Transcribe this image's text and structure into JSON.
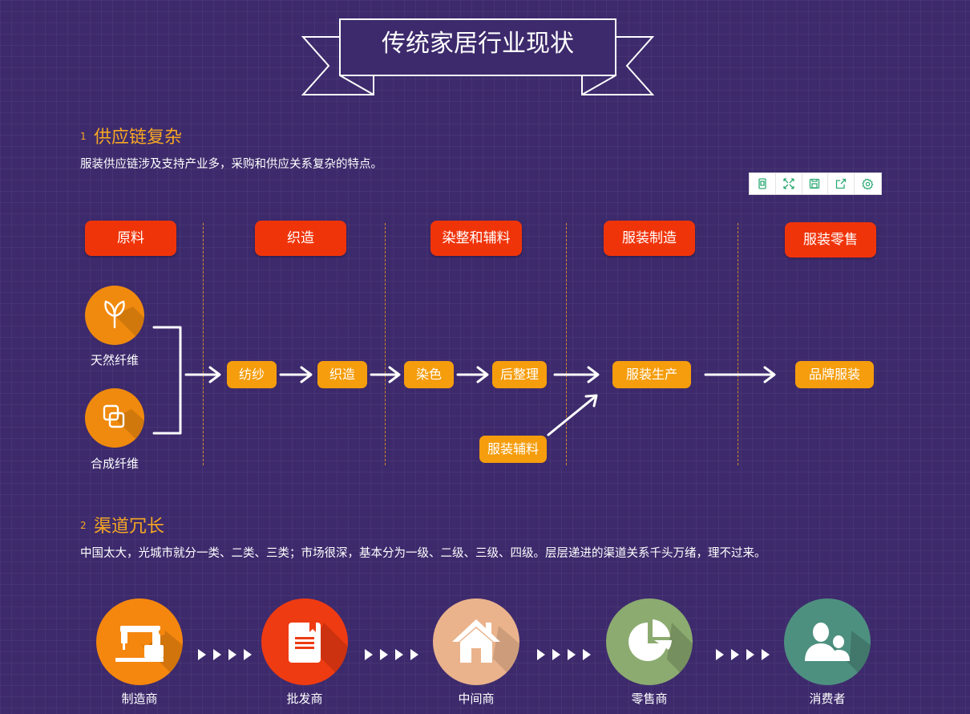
{
  "banner": {
    "title": "传统家居行业现状"
  },
  "section1": {
    "number": "1",
    "title": "供应链复杂",
    "description": "服装供应链涉及支持产业多，采购和供应关系复杂的特点。"
  },
  "toolbar": {
    "icons": [
      "restore-icon",
      "fullscreen-icon",
      "save-icon",
      "share-icon",
      "settings-icon"
    ]
  },
  "stages": [
    "原料",
    "织造",
    "染整和辅料",
    "服装制造",
    "服装零售"
  ],
  "materials": [
    "天然纤维",
    "合成纤维"
  ],
  "process": [
    "纺纱",
    "织造",
    "染色",
    "后整理",
    "服装生产",
    "品牌服装"
  ],
  "accessory": "服装辅料",
  "section2": {
    "number": "2",
    "title": "渠道冗长",
    "description": "中国太大，光城市就分一类、二类、三类；市场很深，基本分为一级、二级、三级、四级。层层递进的渠道关系千头万绪，理不过来。"
  },
  "channel": [
    {
      "label": "制造商",
      "icon": "sewing-machine-icon",
      "color": "#f5870f"
    },
    {
      "label": "批发商",
      "icon": "book-icon",
      "color": "#ee3b12"
    },
    {
      "label": "中间商",
      "icon": "home-icon",
      "color": "#eab38c"
    },
    {
      "label": "零售商",
      "icon": "pie-chart-icon",
      "color": "#8cab70"
    },
    {
      "label": "消费者",
      "icon": "users-icon",
      "color": "#4e9080"
    }
  ]
}
